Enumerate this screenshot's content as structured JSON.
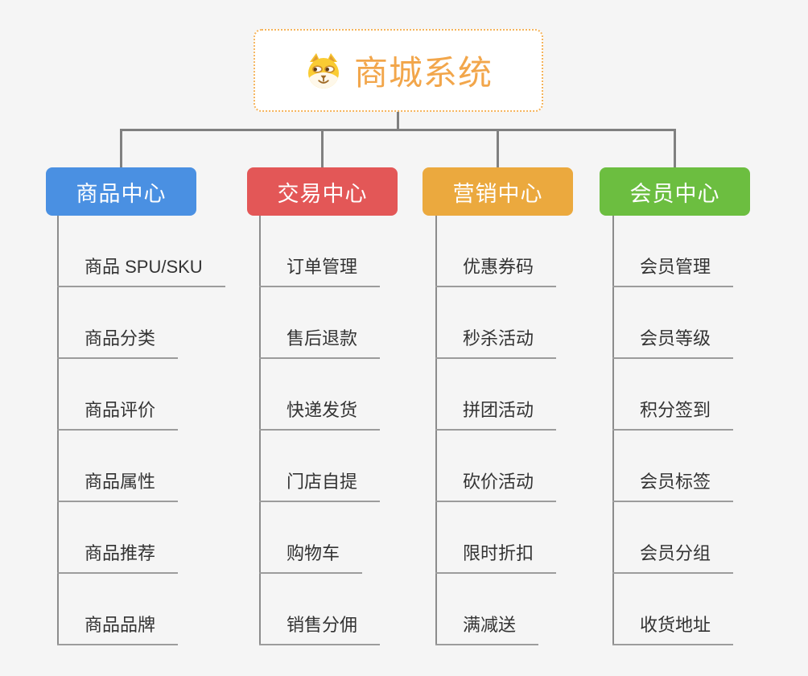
{
  "page": {
    "background_color": "#f5f5f5",
    "connector_color": "#808080",
    "leaf_underline_color": "#9c9c9c",
    "leaf_text_color": "#333333"
  },
  "root": {
    "title": "商城系统",
    "icon": "dog-icon",
    "text_color": "#f2a64b",
    "border_color": "#f5b45c",
    "background": "#ffffff"
  },
  "branches": [
    {
      "label": "商品中心",
      "color": "#4a90e2",
      "children": [
        "商品 SPU/SKU",
        "商品分类",
        "商品评价",
        "商品属性",
        "商品推荐",
        "商品品牌"
      ]
    },
    {
      "label": "交易中心",
      "color": "#e35757",
      "children": [
        "订单管理",
        "售后退款",
        "快递发货",
        "门店自提",
        "购物车",
        "销售分佣"
      ]
    },
    {
      "label": "营销中心",
      "color": "#eba93e",
      "children": [
        "优惠券码",
        "秒杀活动",
        "拼团活动",
        "砍价活动",
        "限时折扣",
        "满减送"
      ]
    },
    {
      "label": "会员中心",
      "color": "#6cbe40",
      "children": [
        "会员管理",
        "会员等级",
        "积分签到",
        "会员标签",
        "会员分组",
        "收货地址"
      ]
    }
  ]
}
